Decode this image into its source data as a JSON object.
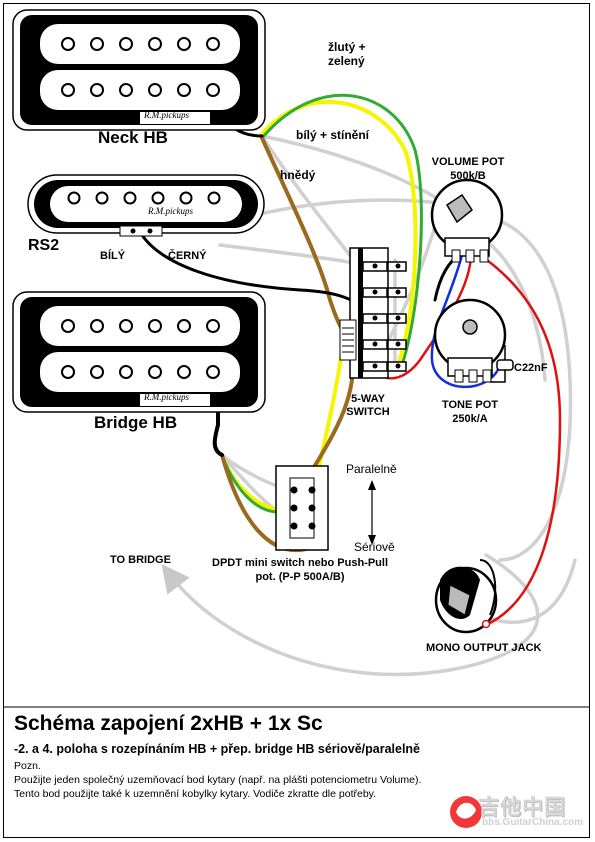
{
  "pickups": {
    "neck": {
      "name": "Neck HB",
      "brand": "R.M.pickups"
    },
    "middle": {
      "name": "RS2",
      "brand": "R.M.pickups"
    },
    "bridge": {
      "name": "Bridge HB",
      "brand": "R.M.pickups"
    }
  },
  "wire_labels": {
    "yellow_green": "žlutý + zelený",
    "white_shield": "bílý + stínění",
    "brown": "hnědý",
    "white": "BÍLÝ",
    "black": "ČERNÝ"
  },
  "components": {
    "volume_pot": "VOLUME POT 500k/B",
    "tone_pot": "TONE POT 250k/A",
    "capacitor": "C22nF",
    "switch": "5-WAY SWITCH",
    "dpdt": "DPDT mini switch nebo Push-Pull pot. (P-P 500A/B)",
    "parallel": "Paralelně",
    "series": "Sériově",
    "to_bridge": "TO BRIDGE",
    "output_jack": "MONO OUTPUT JACK"
  },
  "footer": {
    "title": "Schéma zapojení 2xHB + 1x Sc",
    "subtitle": "-2. a 4. poloha s rozepínáním HB + přep. bridge HB sériově/paralelně",
    "note_head": "Pozn.",
    "note_line1": "Použijte jeden společný uzemňovací bod kytary (např. na plášti potenciometru Volume).",
    "note_line2": "Tento bod použijte také k uzemnění kobylky kytary. Vodiče  zkratte dle potřeby.",
    "logo_text": "吉他中国",
    "logo_url": "bbs.GuitarChina.com"
  },
  "colors": {
    "yellow": "#f5f500",
    "green": "#33aa33",
    "brown": "#9a6a1e",
    "gray": "#d0d0d0",
    "red": "#e01010",
    "blue": "#1030e0",
    "black": "#000000"
  }
}
